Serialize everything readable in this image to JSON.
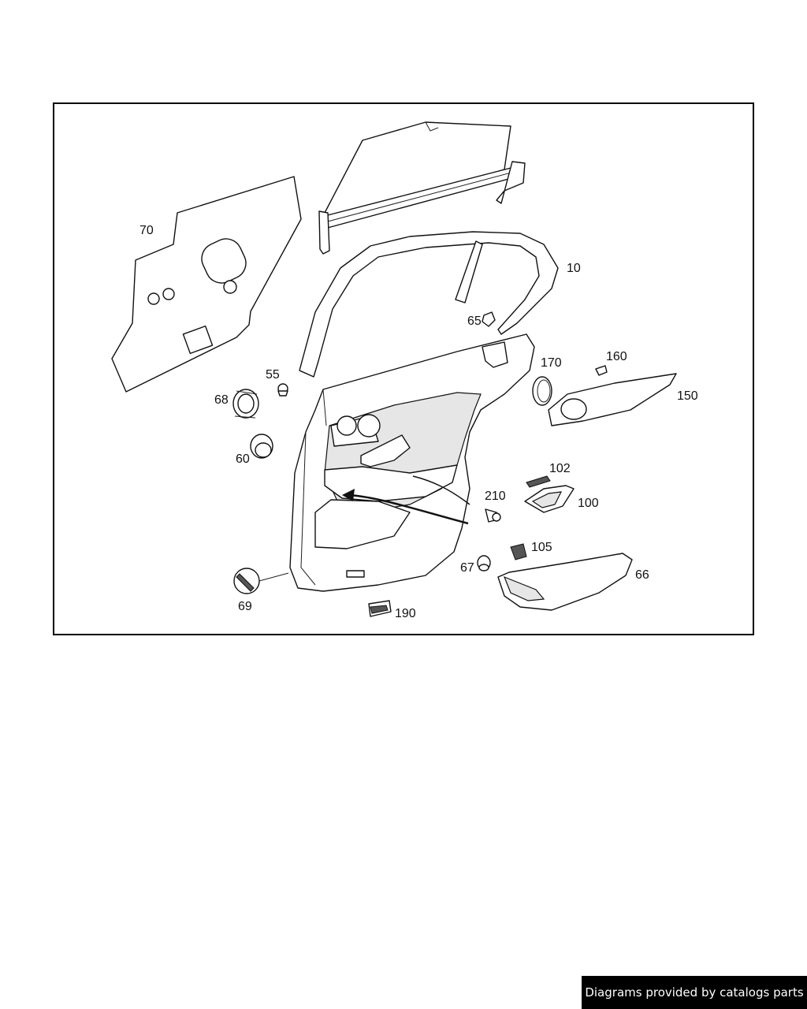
{
  "diagram": {
    "callouts": [
      {
        "id": "c70",
        "label": "70"
      },
      {
        "id": "c10",
        "label": "10"
      },
      {
        "id": "c65",
        "label": "65"
      },
      {
        "id": "c170",
        "label": "170"
      },
      {
        "id": "c160",
        "label": "160"
      },
      {
        "id": "c150",
        "label": "150"
      },
      {
        "id": "c55",
        "label": "55"
      },
      {
        "id": "c68",
        "label": "68"
      },
      {
        "id": "c60",
        "label": "60"
      },
      {
        "id": "c102",
        "label": "102"
      },
      {
        "id": "c210",
        "label": "210"
      },
      {
        "id": "c100",
        "label": "100"
      },
      {
        "id": "c105",
        "label": "105"
      },
      {
        "id": "c67",
        "label": "67"
      },
      {
        "id": "c66",
        "label": "66"
      },
      {
        "id": "c69",
        "label": "69"
      },
      {
        "id": "c190",
        "label": "190"
      }
    ]
  },
  "footer": {
    "text": "Diagrams provided by catalogs parts"
  }
}
